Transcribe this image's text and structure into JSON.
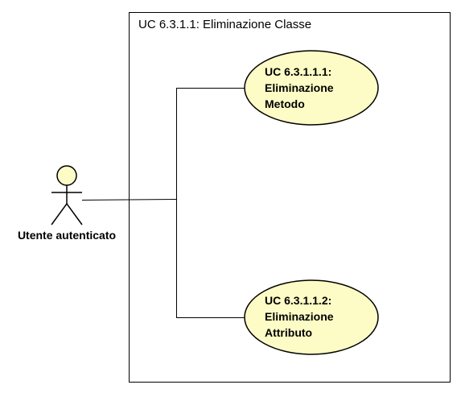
{
  "system": {
    "title": "UC 6.3.1.1: Eliminazione Classe"
  },
  "actor": {
    "name": "Utente autenticato"
  },
  "use_cases": [
    {
      "lines": [
        "UC 6.3.1.1.1:",
        "Eliminazione",
        "Metodo"
      ]
    },
    {
      "lines": [
        "UC 6.3.1.1.2:",
        "Eliminazione",
        "Attributo"
      ]
    }
  ],
  "colors": {
    "use_case_fill": "#fdfcc6",
    "actor_fill": "#fdfcc6",
    "stroke": "#000000",
    "background": "#ffffff"
  }
}
